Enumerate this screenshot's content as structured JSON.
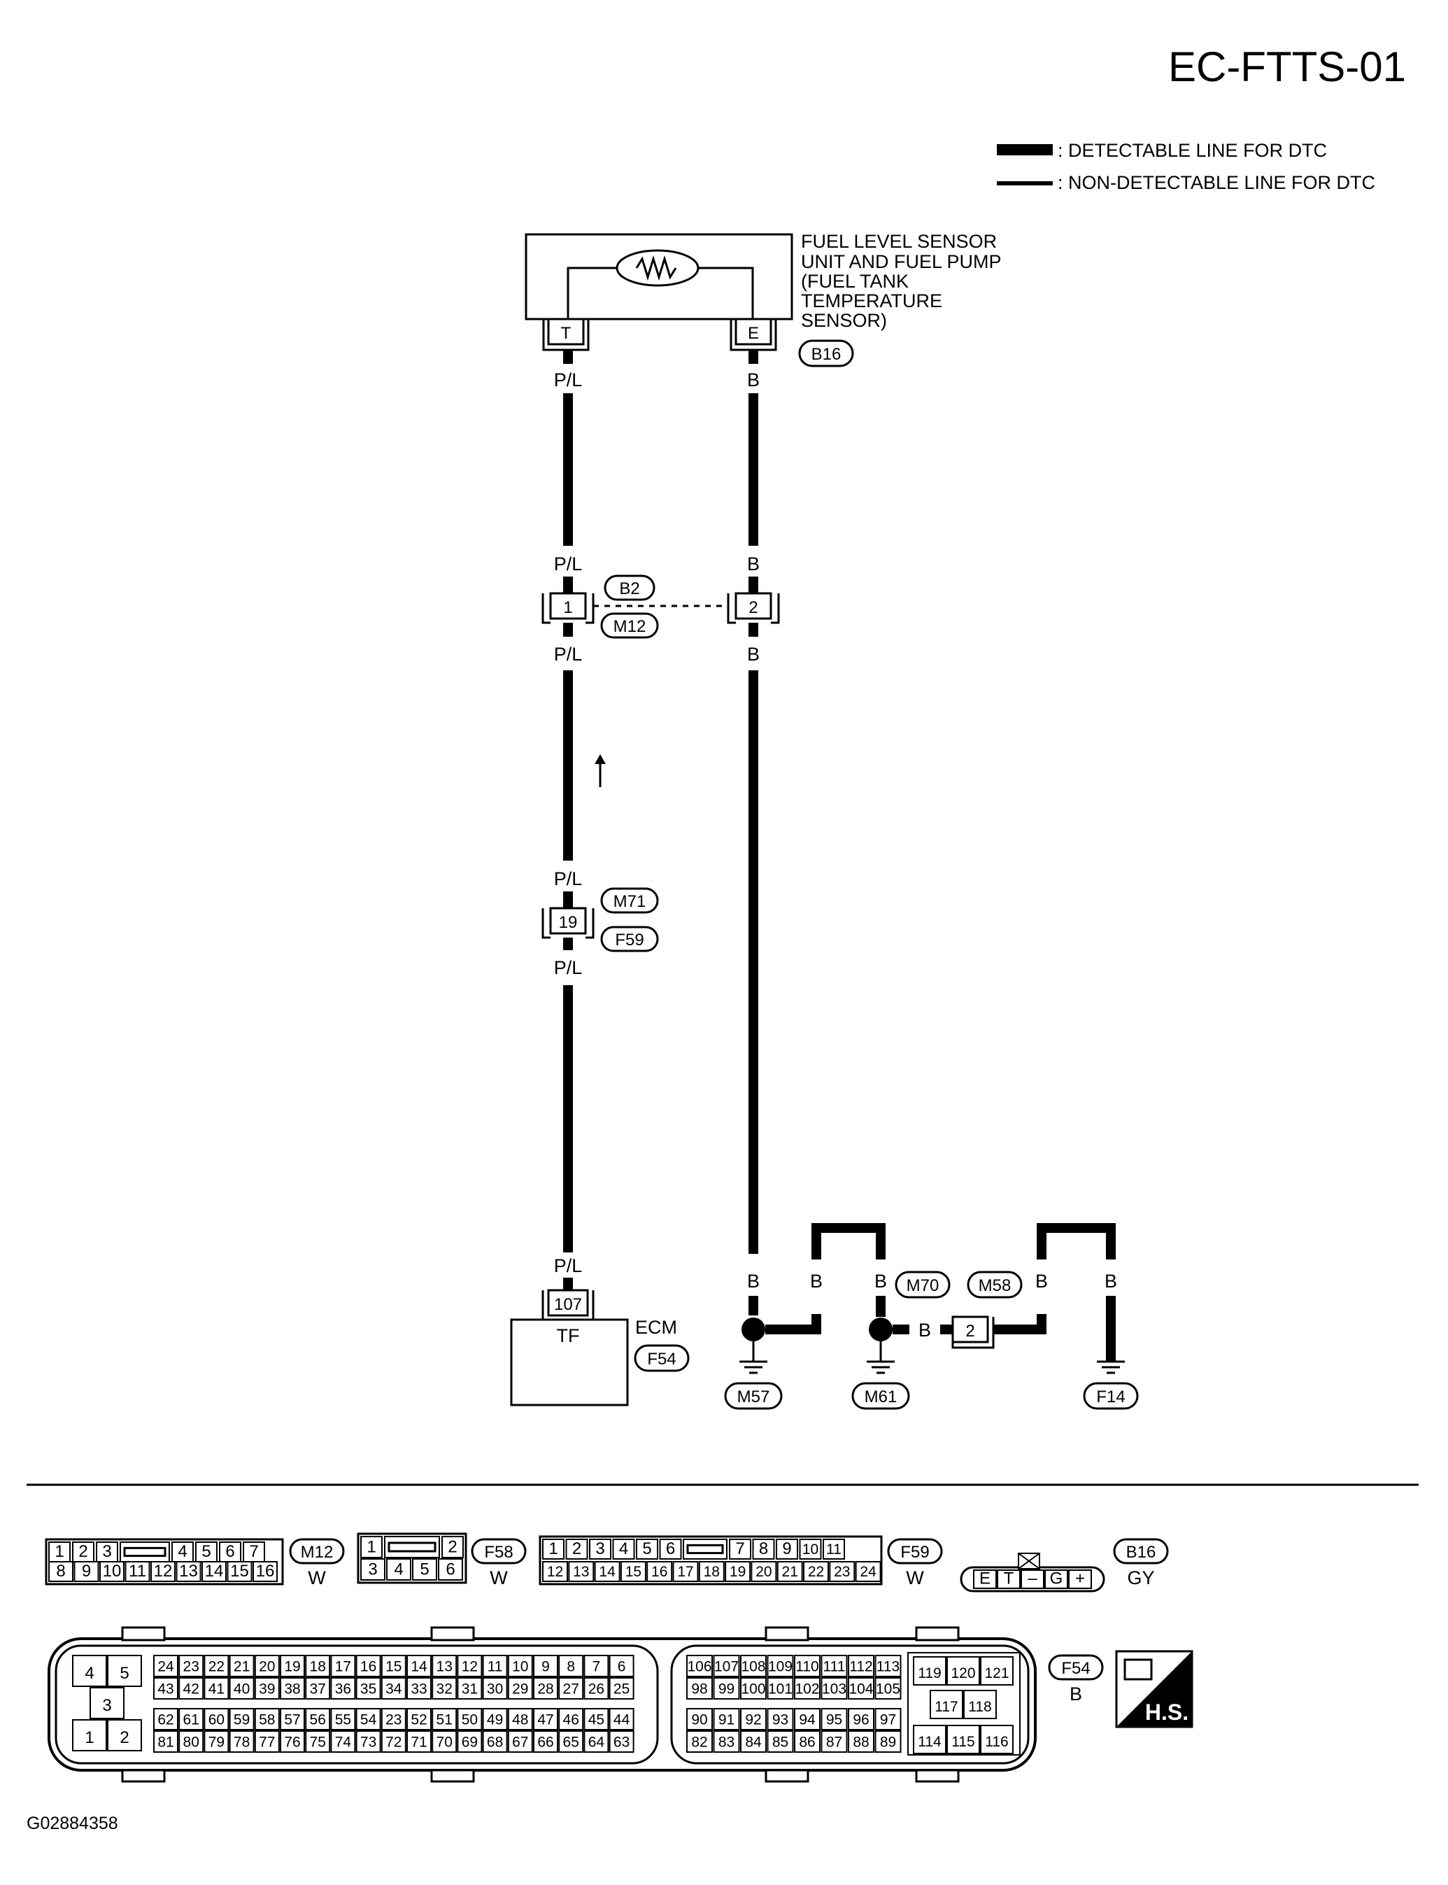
{
  "page_code": "EC-FTTS-01",
  "figure_id": "G02884358",
  "legend": {
    "detectable": ": DETECTABLE LINE FOR DTC",
    "non_detectable": ": NON-DETECTABLE LINE FOR DTC"
  },
  "sensor": {
    "name_lines": [
      "FUEL LEVEL SENSOR",
      "UNIT AND  FUEL PUMP",
      "(FUEL TANK",
      "TEMPERATURE",
      "SENSOR)"
    ],
    "connector": "B16",
    "term_left": "T",
    "term_right": "E"
  },
  "wires": {
    "left_color": "P/L",
    "right_color": "B"
  },
  "harness_b2_m12": {
    "top": "B2",
    "bottom": "M12",
    "pin_left": "1",
    "pin_right": "2"
  },
  "harness_m71_f59": {
    "top": "M71",
    "bottom": "F59",
    "pin": "19"
  },
  "ecm": {
    "name": "ECM",
    "connector": "F54",
    "pin": "107",
    "terminal": "TF"
  },
  "ground": {
    "m70": "M70",
    "m58": "M58",
    "pin_2": "2",
    "g1": "M57",
    "g2": "M61",
    "g3": "F14"
  },
  "connectors": {
    "m12": {
      "id": "M12",
      "color": "W",
      "row1": [
        "1",
        "2",
        "3",
        "",
        "4",
        "5",
        "6",
        "7"
      ],
      "row2": [
        "8",
        "9",
        "10",
        "11",
        "12",
        "13",
        "14",
        "15",
        "16"
      ]
    },
    "f58": {
      "id": "F58",
      "color": "W",
      "row1": [
        "1",
        "",
        "2"
      ],
      "row2": [
        "3",
        "4",
        "5",
        "6"
      ]
    },
    "f59": {
      "id": "F59",
      "color": "W",
      "row1": [
        "1",
        "2",
        "3",
        "4",
        "5",
        "6",
        "",
        "7",
        "8",
        "9",
        "10",
        "11"
      ],
      "row2": [
        "12",
        "13",
        "14",
        "15",
        "16",
        "17",
        "18",
        "19",
        "20",
        "21",
        "22",
        "23",
        "24"
      ]
    },
    "b16": {
      "id": "B16",
      "color": "GY",
      "pins": [
        "E",
        "T",
        "–",
        "G",
        "+"
      ]
    },
    "f54": {
      "id": "F54",
      "color": "B",
      "left_block": [
        "4",
        "5",
        "3",
        "1",
        "2"
      ],
      "mid_rows": [
        [
          "24",
          "23",
          "22",
          "21",
          "20",
          "19",
          "18",
          "17",
          "16",
          "15",
          "14",
          "13",
          "12",
          "11",
          "10",
          "9",
          "8",
          "7",
          "6"
        ],
        [
          "43",
          "42",
          "41",
          "40",
          "39",
          "38",
          "37",
          "36",
          "35",
          "34",
          "33",
          "32",
          "31",
          "30",
          "29",
          "28",
          "27",
          "26",
          "25"
        ],
        [
          "62",
          "61",
          "60",
          "59",
          "58",
          "57",
          "56",
          "55",
          "54",
          "23",
          "52",
          "51",
          "50",
          "49",
          "48",
          "47",
          "46",
          "45",
          "44"
        ],
        [
          "81",
          "80",
          "79",
          "78",
          "77",
          "76",
          "75",
          "74",
          "73",
          "72",
          "71",
          "70",
          "69",
          "68",
          "67",
          "66",
          "65",
          "64",
          "63"
        ]
      ],
      "right_rows": [
        [
          "106",
          "107",
          "108",
          "109",
          "110",
          "111",
          "112",
          "113"
        ],
        [
          "98",
          "99",
          "100",
          "101",
          "102",
          "103",
          "104",
          "105"
        ],
        [
          "90",
          "91",
          "92",
          "93",
          "94",
          "95",
          "96",
          "97"
        ],
        [
          "82",
          "83",
          "84",
          "85",
          "86",
          "87",
          "88",
          "89"
        ]
      ],
      "far_right": [
        "119",
        "120",
        "121",
        "117",
        "118",
        "114",
        "115",
        "116"
      ]
    }
  },
  "hs_badge": "H.S."
}
